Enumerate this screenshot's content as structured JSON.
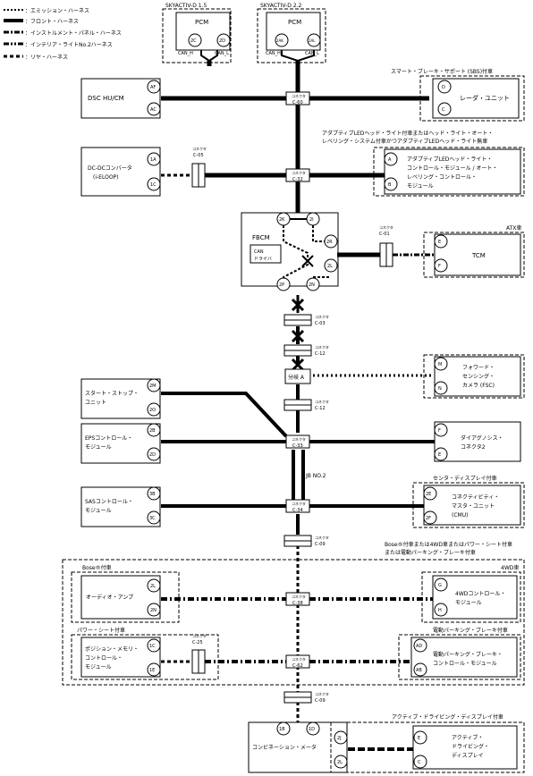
{
  "legend": {
    "emission": "：エミッション・ハーネス",
    "front": "：フロント・ハーネス",
    "instrument": "：インストルメント・パネル・ハーネス",
    "interior": "：インテリア・ライトNo.2ハーネス",
    "rear": "：リヤ・ハーネス"
  },
  "pcm_left": {
    "header": "SKYACTIV-D 1.5",
    "name": "PCM",
    "pin_h": "2C",
    "pin_l": "2D",
    "can_h": "CAN_H",
    "can_l": "CAN_L"
  },
  "pcm_right": {
    "header": "SKYACTIV-D 2.2",
    "name": "PCM",
    "pin_h": "2AK",
    "pin_l": "2AL",
    "can_h": "CAN_H",
    "can_l": "CAN_L"
  },
  "dsc": {
    "name": "DSC HU/CM",
    "pin1": "AF",
    "pin2": "AC"
  },
  "sbs": {
    "header": "スマート・ブレーキ・サポート (SBS)付車",
    "name": "レーダ・ユニット",
    "pin1": "D",
    "pin2": "C"
  },
  "dcdc": {
    "name1": "DC-DCコンバータ",
    "name2": "(i-ELOOP)",
    "pin1": "1A",
    "pin2": "1C"
  },
  "adaptive": {
    "header1": "アダプティブLEDヘッド・ライト付車またはヘッド・ライト・オート・",
    "header2": "レベリング・システム付車かつアダプティブLEDヘッド・ライト無車",
    "line1": "アダプティブLEDヘッド・ライト・",
    "line2": "コントロール・モジュール / オート・",
    "line3": "レベリング・コントロール・",
    "line4": "モジュール",
    "pin1": "A",
    "pin2": "B"
  },
  "fbcm": {
    "name": "FBCM",
    "can1": "CAN",
    "can2": "ドライバ",
    "pin_2k": "2K",
    "pin_2i": "2I",
    "pin_2r": "2R",
    "pin_2l": "2L",
    "pin_2p": "2P",
    "pin_2n": "2N"
  },
  "tcm": {
    "header": "ATX車",
    "name": "TCM",
    "pin1": "E",
    "pin2": "F"
  },
  "connectors": {
    "c60": "C-60",
    "c32": "C-32",
    "c05": "C-05",
    "c01": "C-01",
    "c03": "C-03",
    "c12a": "C-12",
    "c12b": "C-12",
    "c33": "C-33",
    "c34": "C-34",
    "c09a": "C-09",
    "c38": "C-38",
    "c62": "C-62",
    "c25": "C-25",
    "c09b": "C-09",
    "label": "コネクタ"
  },
  "branch": {
    "name": "分岐 A"
  },
  "fsc": {
    "line1": "フォワード・",
    "line2": "センシング・",
    "line3": "カメラ (FSC)",
    "pin1": "M",
    "pin2": "N"
  },
  "startstop": {
    "line1": "スタート・ストップ・",
    "line2": "ユニット",
    "pin1": "2M",
    "pin2": "2O"
  },
  "eps": {
    "line1": "EPSコントロール・",
    "line2": "モジュール",
    "pin1": "2B",
    "pin2": "2D"
  },
  "diag": {
    "line1": "ダイアグノシス・",
    "line2": "コネクタ2",
    "pin1": "F",
    "pin2": "E"
  },
  "jb": {
    "name": "JB NO.2"
  },
  "sas": {
    "line1": "SASコントロール・",
    "line2": "モジュール",
    "pin1": "3B",
    "pin2": "3C"
  },
  "cmu": {
    "header": "センタ・ディスプレイ付車",
    "line1": "コネクティビティ・",
    "line2": "マスタ・ユニット",
    "line3": "(CMU)",
    "pin1": "2E",
    "pin2": "2F"
  },
  "bose_outer": {
    "header1": "Bose®付車または4WD車またはパワー・シート付車",
    "header2": "または電動パーキング・ブレーキ付車"
  },
  "audio": {
    "header": "Bose®付車",
    "name": "オーディオ・アンプ",
    "pin1": "2L",
    "pin2": "2N"
  },
  "awd": {
    "header": "4WD車",
    "line1": "4WDコントロール・",
    "line2": "モジュール",
    "pin1": "G",
    "pin2": "H"
  },
  "memory": {
    "header": "パワー・シート付車",
    "line1": "ポジション・メモリ・",
    "line2": "コントロール・",
    "line3": "モジュール",
    "pin1": "1C",
    "pin2": "1E"
  },
  "epb": {
    "header": "電動パーキング・ブレーキ付車",
    "line1": "電動パーキング・ブレーキ・",
    "line2": "コントロール・モジュール",
    "pin1": "AD",
    "pin2": "AB"
  },
  "meter": {
    "name": "コンビネーション・メータ",
    "pin1": "1B",
    "pin2": "1D",
    "pin3": "2J",
    "pin4": "2L"
  },
  "add": {
    "header": "アクティブ・ドライビング・ディスプレイ付車",
    "line1": "アクティブ・",
    "line2": "ドライビング・",
    "line3": "ディスプレイ",
    "pin1": "E",
    "pin2": "C"
  }
}
